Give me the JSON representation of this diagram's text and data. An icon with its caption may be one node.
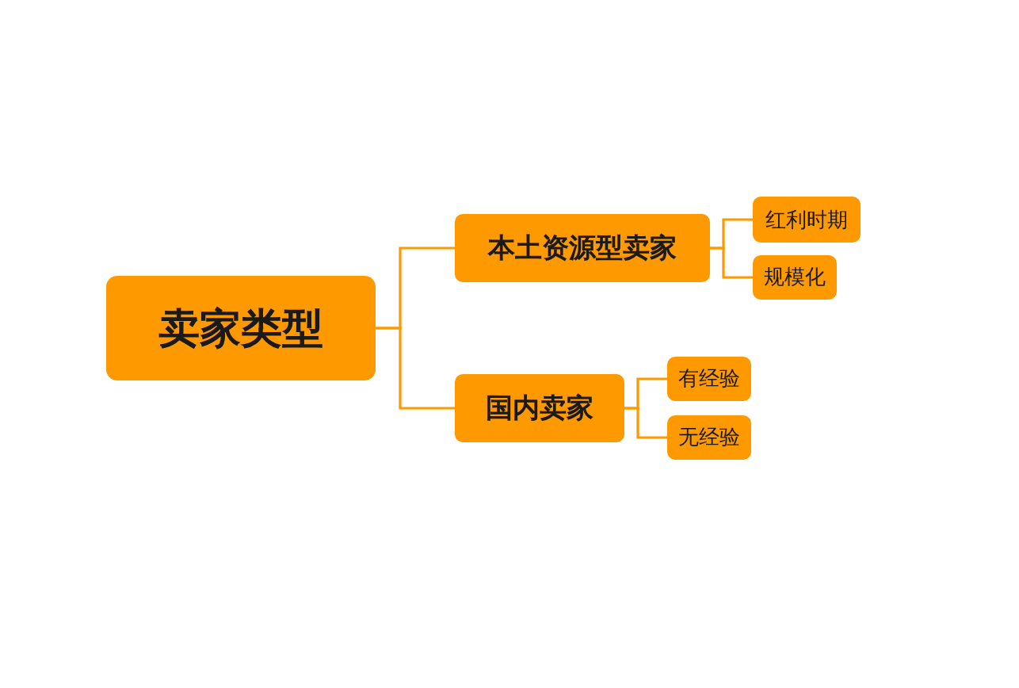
{
  "diagram": {
    "nodes": [
      {
        "text": [
          "卖家类型"
        ]
      },
      {
        "text": [
          "本土资源型卖家"
        ]
      },
      {
        "text": [
          "国内卖家"
        ]
      },
      {
        "text": [
          "红利时期"
        ]
      },
      {
        "text": [
          "规模化"
        ]
      },
      {
        "text": [
          "有经验"
        ]
      },
      {
        "text": [
          "无经验"
        ]
      }
    ],
    "edges": [
      {
        "from": 0,
        "to": 1,
        "arrow": "none"
      },
      {
        "from": 0,
        "to": 2,
        "arrow": "none"
      },
      {
        "from": 1,
        "to": 3,
        "arrow": "none"
      },
      {
        "from": 1,
        "to": 4,
        "arrow": "none"
      },
      {
        "from": 2,
        "to": 5,
        "arrow": "none"
      },
      {
        "from": 2,
        "to": 6,
        "arrow": "none"
      }
    ]
  }
}
